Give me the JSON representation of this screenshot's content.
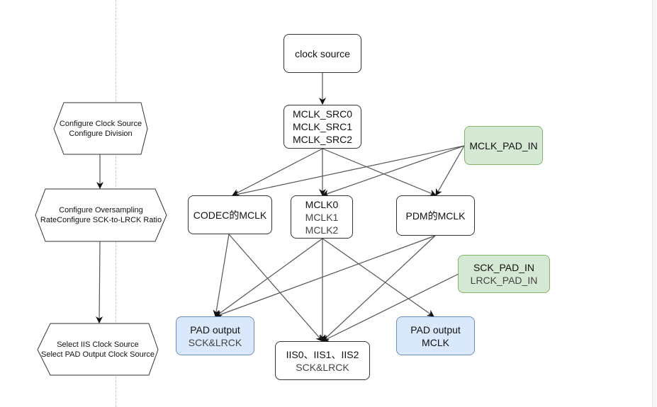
{
  "steps": [
    {
      "lines": [
        "Configure Clock Source",
        "Configure Division"
      ]
    },
    {
      "lines": [
        "Configure Oversampling",
        "RateConfigure SCK-to-LRCK Ratio"
      ]
    },
    {
      "lines": [
        "Select IIS Clock Source",
        "Select PAD Output Clock Source"
      ]
    }
  ],
  "nodes": {
    "clock_source": {
      "lines": [
        "clock source"
      ]
    },
    "mclk_src": {
      "lines": [
        "MCLK_SRC0",
        "MCLK_SRC1",
        "MCLK_SRC2"
      ]
    },
    "mclk_pad_in": {
      "lines": [
        "MCLK_PAD_IN"
      ]
    },
    "codec_mclk": {
      "lines": [
        "CODEC的MCLK"
      ]
    },
    "mclk012": {
      "lines": [
        "MCLK0",
        "MCLK1",
        "MCLK2"
      ]
    },
    "pdm_mclk": {
      "lines": [
        "PDM的MCLK"
      ]
    },
    "sck_pad_in": {
      "lines": [
        "SCK_PAD_IN",
        "LRCK_PAD_IN"
      ]
    },
    "pad_out_sck": {
      "lines": [
        "PAD output",
        "SCK&LRCK"
      ]
    },
    "iis": {
      "lines": [
        "IIS0、IIS1、IIS2",
        "SCK&LRCK"
      ]
    },
    "pad_out_mclk": {
      "lines": [
        "PAD output",
        "MCLK"
      ]
    }
  },
  "colors": {
    "input_fill": "#d5e8d4",
    "input_stroke": "#82b366",
    "output_fill": "#dae8fc",
    "output_stroke": "#6c8ebf",
    "edge": "#555555"
  }
}
